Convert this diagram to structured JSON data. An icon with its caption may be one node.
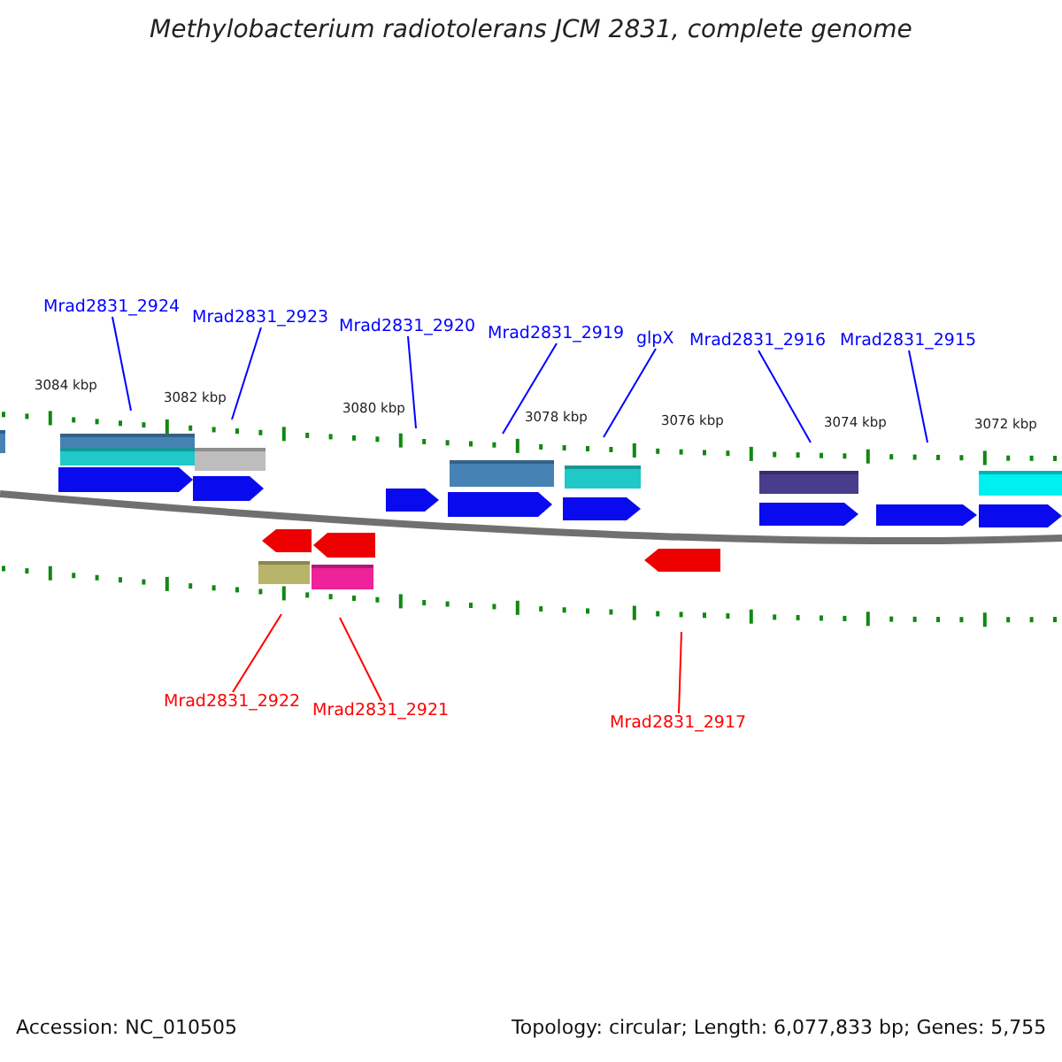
{
  "diagram": {
    "title": "Methylobacterium radiotolerans JCM 2831, complete genome",
    "nodes": [
      {
        "text": [
          "Mrad2831_2924"
        ]
      },
      {
        "text": [
          "Mrad2831_2923"
        ]
      },
      {
        "text": [
          "Mrad2831_2920"
        ]
      },
      {
        "text": [
          "Mrad2831_2919"
        ]
      },
      {
        "text": [
          "glpX"
        ]
      },
      {
        "text": [
          "Mrad2831_2916"
        ]
      },
      {
        "text": [
          "Mrad2831_2915"
        ]
      },
      {
        "text": [
          "Mrad2831_2922"
        ]
      },
      {
        "text": [
          "Mrad2831_2921"
        ]
      },
      {
        "text": [
          "Mrad2831_2917"
        ]
      }
    ],
    "edges": [
      {
        "from": 0,
        "to": null,
        "arrow": "none"
      },
      {
        "from": 1,
        "to": null,
        "arrow": "none"
      },
      {
        "from": 2,
        "to": null,
        "arrow": "none"
      },
      {
        "from": 3,
        "to": null,
        "arrow": "none"
      },
      {
        "from": 4,
        "to": null,
        "arrow": "none"
      },
      {
        "from": 5,
        "to": null,
        "arrow": "none"
      },
      {
        "from": 6,
        "to": null,
        "arrow": "none"
      },
      {
        "from": 7,
        "to": null,
        "arrow": "none",
        "color": "#ff0000"
      },
      {
        "from": 8,
        "to": null,
        "arrow": "none",
        "color": "#ff0000"
      },
      {
        "from": 9,
        "to": null,
        "arrow": "none",
        "color": "#ff0000"
      }
    ],
    "labels": [
      "3084 kbp",
      "3082 kbp",
      "3080 kbp",
      "3078 kbp",
      "3076 kbp",
      "3074 kbp",
      "3072 kbp",
      "Accession: NC_010505",
      "Topology: circular; Length: 6,077,833 bp; Genes: 5,755"
    ]
  }
}
